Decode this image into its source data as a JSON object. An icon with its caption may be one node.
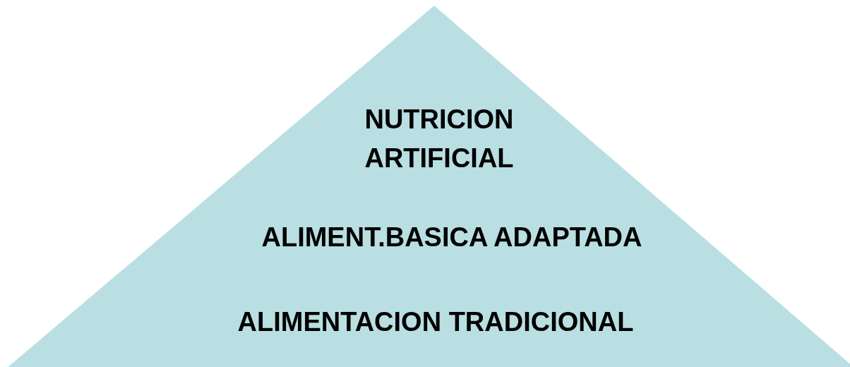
{
  "diagram": {
    "nodes": [
      {
        "text": [
          "NUTRICION ARTIFICIAL",
          "ALIMENT.BASICA ADAPTADA",
          "ALIMENTACION TRADICIONAL"
        ]
      }
    ]
  }
}
